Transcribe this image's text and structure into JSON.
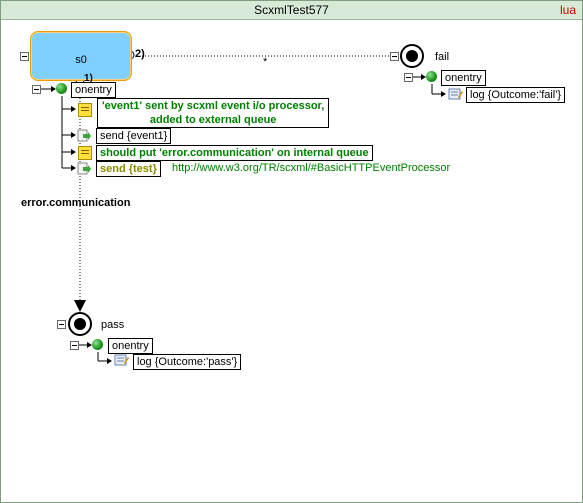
{
  "window": {
    "title": "ScxmlTest577",
    "badge": "lua"
  },
  "states": {
    "s0": {
      "label": "s0"
    },
    "fail": {
      "label": "fail"
    },
    "pass": {
      "label": "pass"
    }
  },
  "s0_onentry": {
    "label": "onentry",
    "comment1_line1": "'event1' sent by scxml event i/o processor,",
    "comment1_line2": "added to external queue",
    "send1": "send {event1}",
    "comment2": "should put 'error.communication' on internal queue",
    "send2": "send {test}",
    "send2_url": "http://www.w3.org/TR/scxml/#BasicHTTPEventProcessor"
  },
  "transitions": {
    "t1_index": "1)",
    "t2_index": "2)",
    "t2_event": "*",
    "t1_event": "error.communication"
  },
  "fail_onentry": {
    "label": "onentry",
    "log": "log {Outcome:'fail'}"
  },
  "pass_onentry": {
    "label": "onentry",
    "log": "log {Outcome:'pass'}"
  },
  "colors": {
    "state_fill": "#7fcfff",
    "state_border": "#e8a000",
    "titlebar": "#d7ead7",
    "badge": "#cc0000",
    "comment": "#008000"
  },
  "icons": {
    "collapse": "minus-box-icon",
    "onentry": "green-ball-icon",
    "comment": "note-icon",
    "send": "send-icon",
    "log": "log-icon",
    "final": "final-state-icon"
  }
}
